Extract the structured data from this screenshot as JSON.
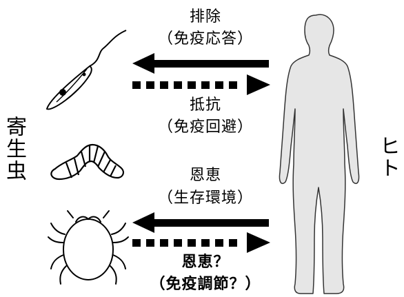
{
  "labels": {
    "parasite": "寄生虫",
    "human": "ヒト"
  },
  "relations": [
    {
      "verb": "排除",
      "detail": "（免疫応答）",
      "emphasis": false
    },
    {
      "verb": "抵抗",
      "detail": "（免疫回避）",
      "emphasis": false
    },
    {
      "verb": "恩恵",
      "detail": "（生存環境）",
      "emphasis": false
    },
    {
      "verb": "恩恵？",
      "detail": "（免疫調節？）",
      "emphasis": true
    }
  ],
  "icons": [
    "flagellate-icon",
    "worm-icon",
    "mite-icon",
    "human-silhouette-icon",
    "arrow-left-solid-icon",
    "arrow-right-dotted-icon"
  ],
  "colors": {
    "arrow": "#000000",
    "human_fill": "#e6e6e6",
    "human_stroke": "#333333"
  }
}
